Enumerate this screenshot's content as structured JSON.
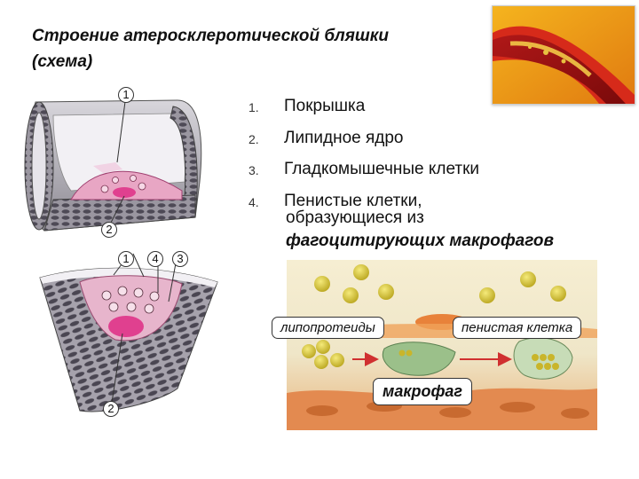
{
  "title": {
    "line1": "Строение атеросклеротической бляшки",
    "line2": "(схема)"
  },
  "legend": {
    "items": [
      {
        "num": "1.",
        "text": "Покрышка"
      },
      {
        "num": "2.",
        "text": "Липидное ядро"
      },
      {
        "num": "3.",
        "text": "Гладкомышечные клетки"
      },
      {
        "num": "4.",
        "text": "Пенистые клетки,"
      }
    ],
    "continuation_line1": "образующиеся из",
    "continuation_line2": "фагоцитирующих макрофагов"
  },
  "callouts": {
    "top_1": "1",
    "top_2": "2",
    "bot_1": "1",
    "bot_4": "4",
    "bot_3": "3",
    "bot_2": "2"
  },
  "mechanism": {
    "label_lipoproteins": "липопротеиды",
    "label_foam_cell": "пенистая клетка",
    "label_macrophage": "макрофаг"
  },
  "colors": {
    "plaque_pink": "#e8a6c4",
    "lipid_core": "#e0408f",
    "vessel_gray": "#8a8690",
    "lipoprotein_yellow": "#c9b52a"
  }
}
